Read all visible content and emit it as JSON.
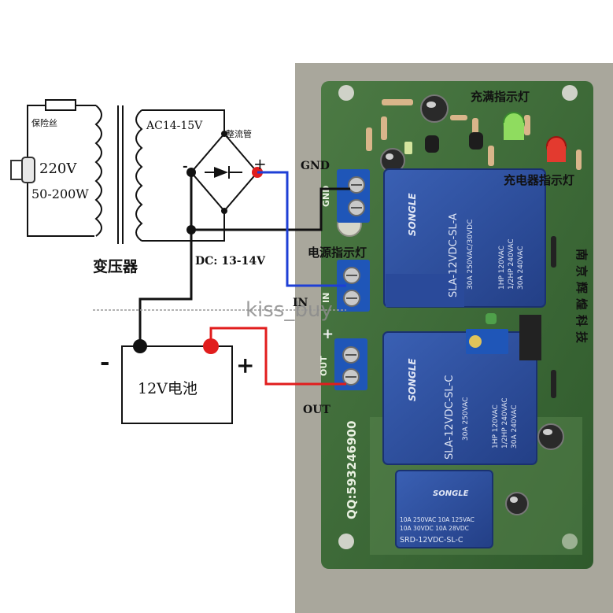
{
  "schematic": {
    "fuse_label": "保险丝",
    "input_voltage": "220V",
    "input_power": "50-200W",
    "ac_label": "AC14-15V",
    "rectifier_label": "整流管",
    "transformer_label": "变压器",
    "dc_label": "DC: 13-14V",
    "battery_label": "12V电池",
    "minus": "-",
    "plus": "+"
  },
  "board": {
    "gnd_label": "GND",
    "in_label": "IN",
    "out_label": "OUT",
    "power_indicator": "电源指示灯",
    "full_indicator": "充满指示灯",
    "charger_indicator": "充电器指示灯",
    "company_vertical": "南京辉煌科技",
    "qq": "QQ:593246900",
    "watermark": "kiss_buy",
    "silk_gnd": "GND",
    "silk_in": "IN",
    "silk_out": "OUT",
    "relay1": {
      "brand": "SONGLE",
      "model": "SLA-12VDC-SL-A",
      "rating1": "30A 250VAC/30VDC",
      "rating2": "1HP 120VAC",
      "rating3": "1/2HP 240VAC",
      "rating4": "30A 240VAC"
    },
    "relay2": {
      "brand": "SONGLE",
      "model": "SLA-12VDC-SL-C",
      "rating1": "30A 250VAC",
      "rating2": "1HP 120VAC",
      "rating3": "1/2HP 240VAC",
      "rating4": "30A 240VAC"
    },
    "relay3": {
      "brand": "SONGLE",
      "model": "SRD-12VDC-SL-C",
      "rating1": "10A 250VAC  10A 125VAC",
      "rating2": "10A 30VDC   10A 28VDC"
    }
  },
  "colors": {
    "board": "#3f6b3a",
    "relay": "#2d4f9c",
    "terminal": "#1f56b8",
    "wire_red": "#e11d1d",
    "wire_blue": "#1e3fd6",
    "wire_black": "#111111"
  }
}
